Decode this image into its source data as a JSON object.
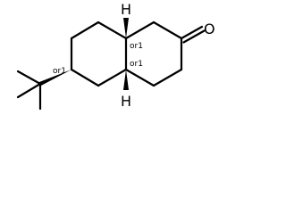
{
  "molecule": {
    "atoms": {
      "oxygen": "O",
      "hydrogen_top": "H",
      "hydrogen_bottom": "H"
    },
    "stereo_labels": {
      "top_junction": "or1",
      "bottom_junction": "or1",
      "tert_butyl_carbon": "or1"
    }
  }
}
